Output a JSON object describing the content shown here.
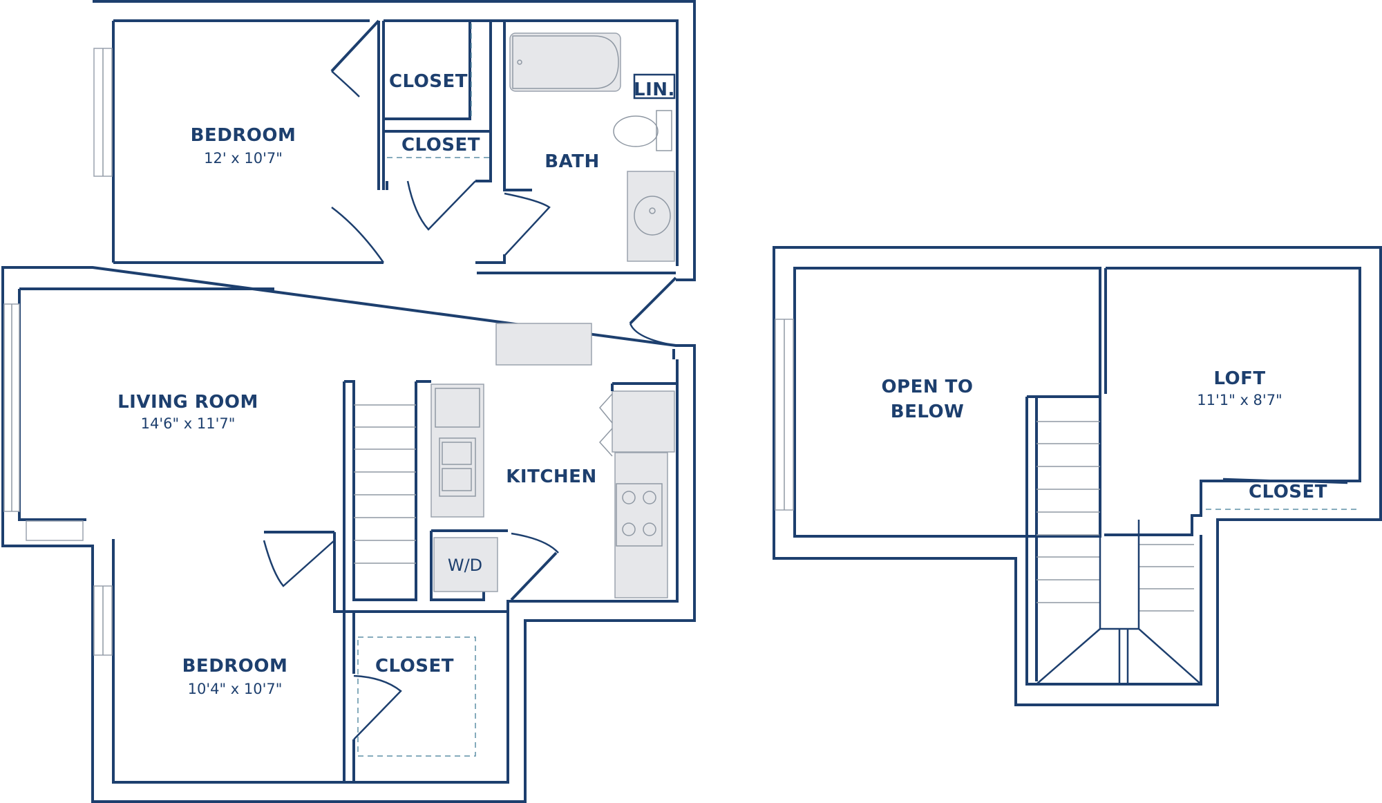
{
  "colors": {
    "wall": "#1d3f6e",
    "fixture": "#e6e7ea",
    "background": "#ffffff"
  },
  "lower_level": {
    "bedroom_1": {
      "label": "BEDROOM",
      "dimensions": "12' x 10'7\""
    },
    "bedroom_1_closet": {
      "label": "CLOSET"
    },
    "hall_closet": {
      "label": "CLOSET"
    },
    "bath": {
      "label": "BATH"
    },
    "linen": {
      "label": "LIN."
    },
    "living_room": {
      "label": "LIVING ROOM",
      "dimensions": "14'6\" x 11'7\""
    },
    "kitchen": {
      "label": "KITCHEN"
    },
    "washer_dryer": {
      "label": "W/D"
    },
    "bedroom_2": {
      "label": "BEDROOM",
      "dimensions": "10'4\" x 10'7\""
    },
    "bedroom_2_closet": {
      "label": "CLOSET"
    }
  },
  "upper_level": {
    "open_to_below": {
      "line1": "OPEN TO",
      "line2": "BELOW"
    },
    "loft": {
      "label": "LOFT",
      "dimensions": "11'1\" x 8'7\""
    },
    "loft_closet": {
      "label": "CLOSET"
    }
  }
}
